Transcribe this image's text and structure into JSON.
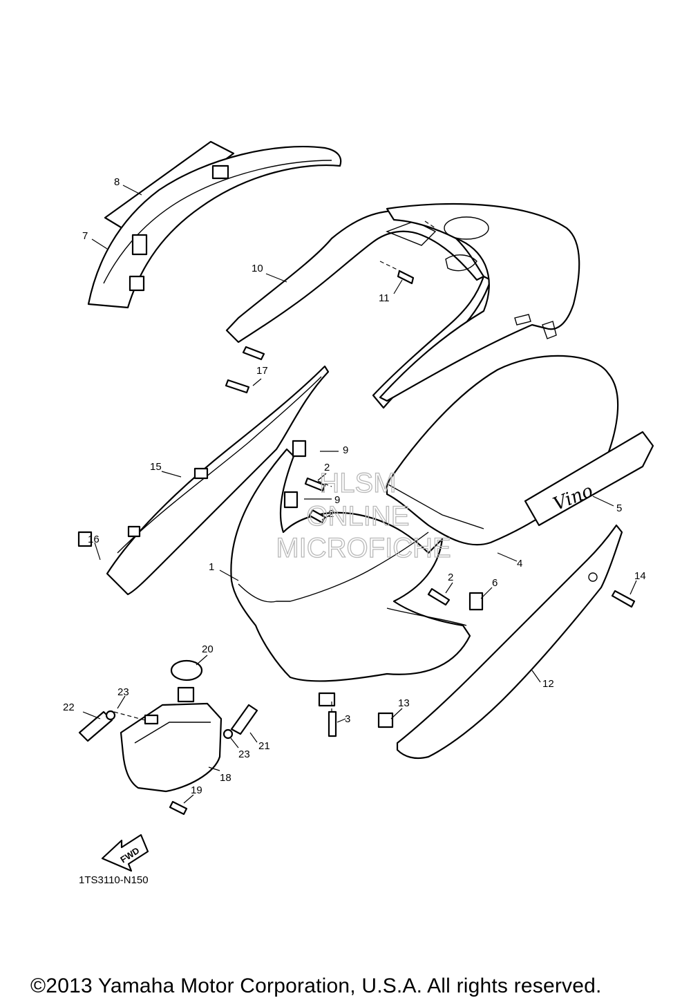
{
  "callouts": [
    "8",
    "7",
    "10",
    "11",
    "17",
    "9",
    "2",
    "15",
    "9",
    "2",
    "16",
    "1",
    "5",
    "4",
    "2",
    "6",
    "14",
    "20",
    "23",
    "22",
    "3",
    "13",
    "12",
    "23",
    "21",
    "18",
    "19"
  ],
  "fwd_label": "FWD",
  "watermark": [
    "HLSM",
    "ONLINE",
    "MICROFICHE"
  ],
  "emblem_script": "Vino",
  "catalog_code": "1TS3110-N150",
  "copyright": "©2013 Yamaha Motor Corporation, U.S.A. All rights reserved."
}
